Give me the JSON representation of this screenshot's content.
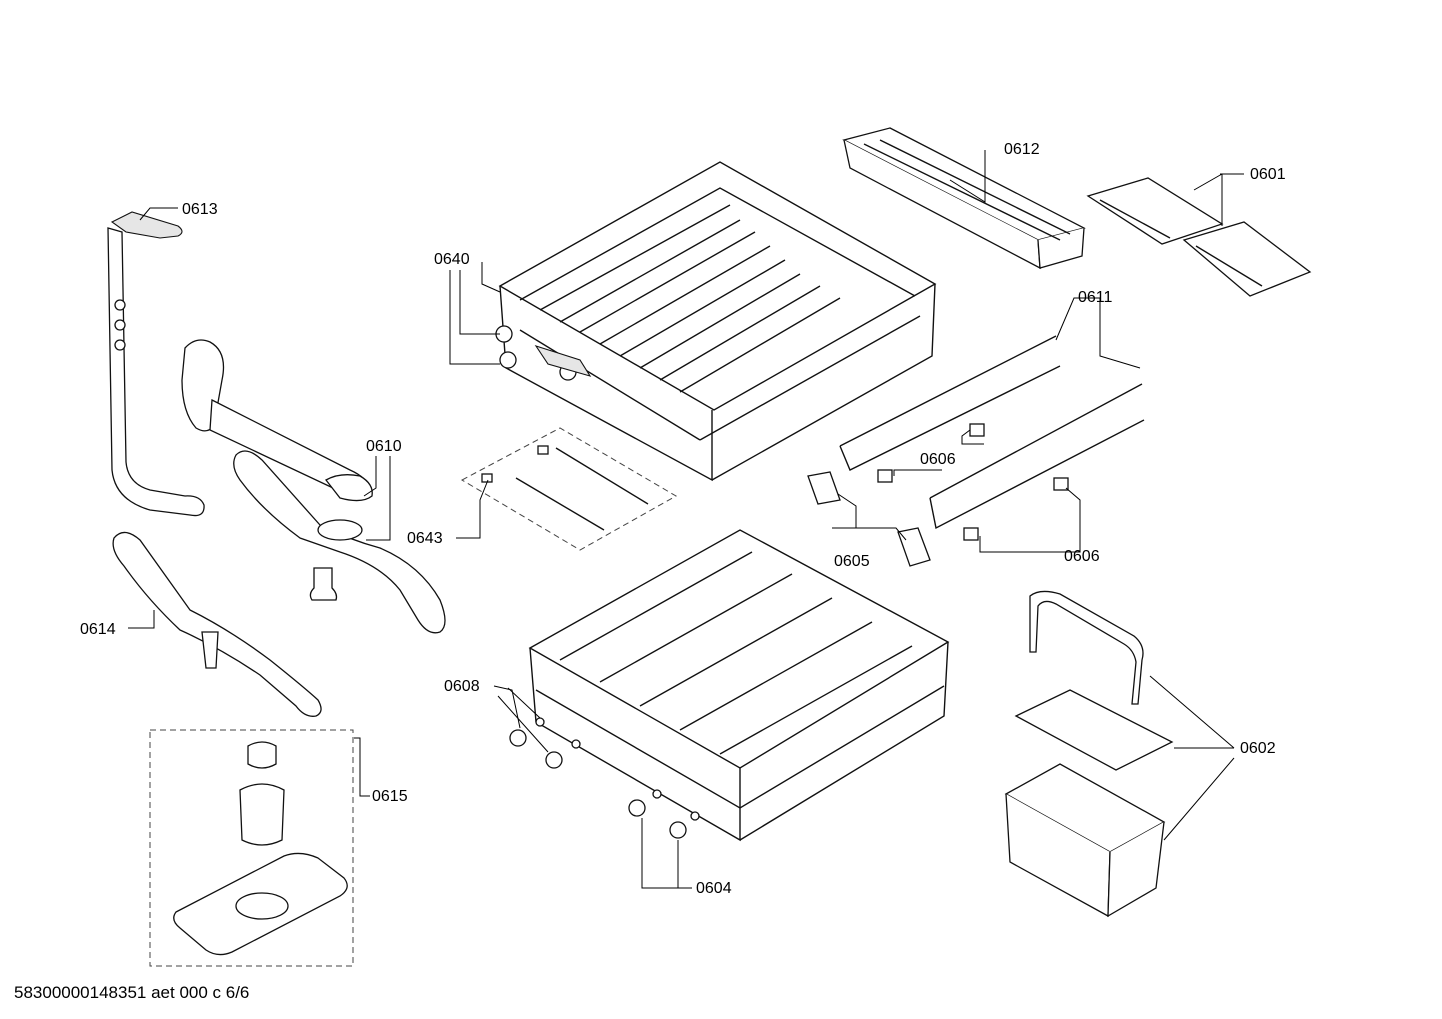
{
  "diagram": {
    "part_labels": {
      "p0601": "0601",
      "p0602": "0602",
      "p0604": "0604",
      "p0605": "0605",
      "p0606a": "0606",
      "p0606b": "0606",
      "p0608": "0608",
      "p0610": "0610",
      "p0611": "0611",
      "p0612": "0612",
      "p0613": "0613",
      "p0614": "0614",
      "p0615": "0615",
      "p0640": "0640",
      "p0643": "0643"
    },
    "footer_code": "58300000148351 aet 000 c 6/6"
  }
}
